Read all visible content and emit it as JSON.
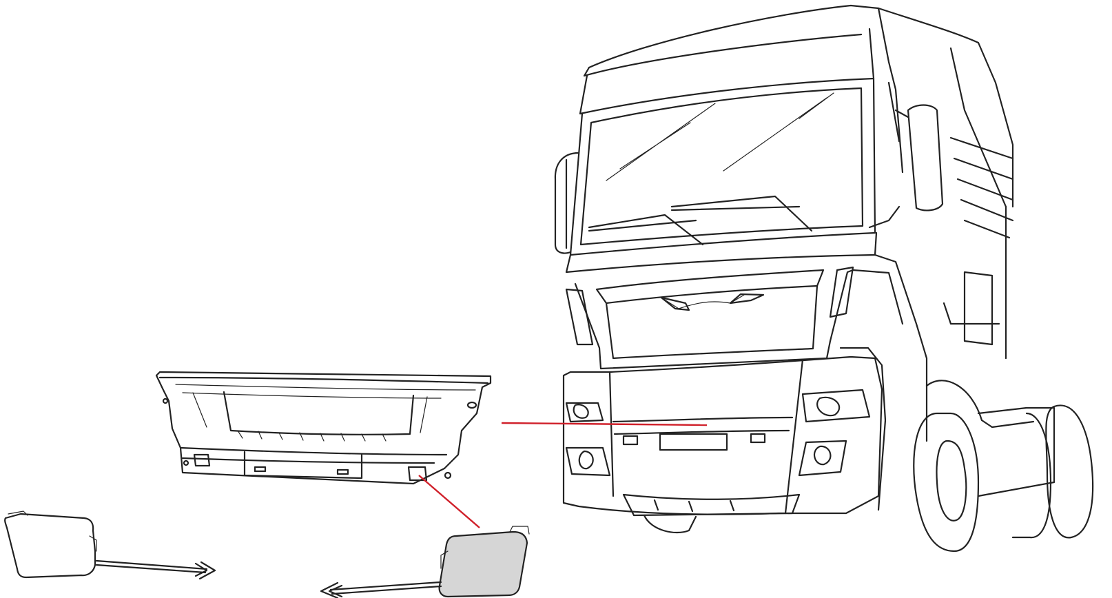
{
  "colors": {
    "line": "#222222",
    "leader": "#d0202a",
    "highlighted_cap": "#d6d6d6",
    "background": "#ffffff"
  },
  "parts": [
    {
      "id": "truck",
      "highlighted": false
    },
    {
      "id": "bumper-panel",
      "highlighted": false
    },
    {
      "id": "tow-hook-cap-left",
      "highlighted": false
    },
    {
      "id": "tow-hook-cap-right",
      "highlighted": true
    }
  ]
}
